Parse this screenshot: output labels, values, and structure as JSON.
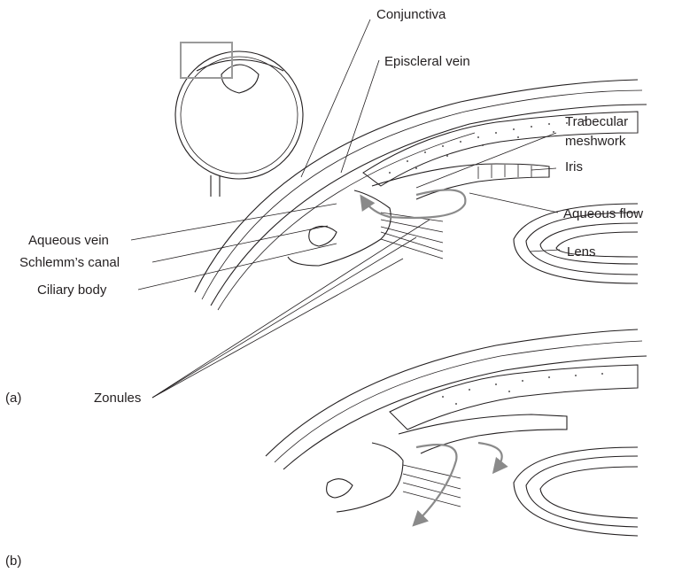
{
  "panels": [
    {
      "id": "a",
      "label": "(a)"
    },
    {
      "id": "b",
      "label": "(b)"
    }
  ],
  "labels": {
    "conjunctiva": "Conjunctiva",
    "episcleral_vein": "Episcleral vein",
    "trabecular_line1": "Trabecular",
    "trabecular_line2": "meshwork",
    "iris": "Iris",
    "aqueous_flow": "Aqueous flow",
    "lens": "Lens",
    "aqueous_vein": "Aqueous vein",
    "schlemms_canal": "Schlemm’s canal",
    "ciliary_body": "Ciliary body",
    "zonules": "Zonules"
  },
  "colors": {
    "ink": "#231f20",
    "flow_arrow": "#8a8a8a",
    "inset_box": "#9a9a9a"
  }
}
